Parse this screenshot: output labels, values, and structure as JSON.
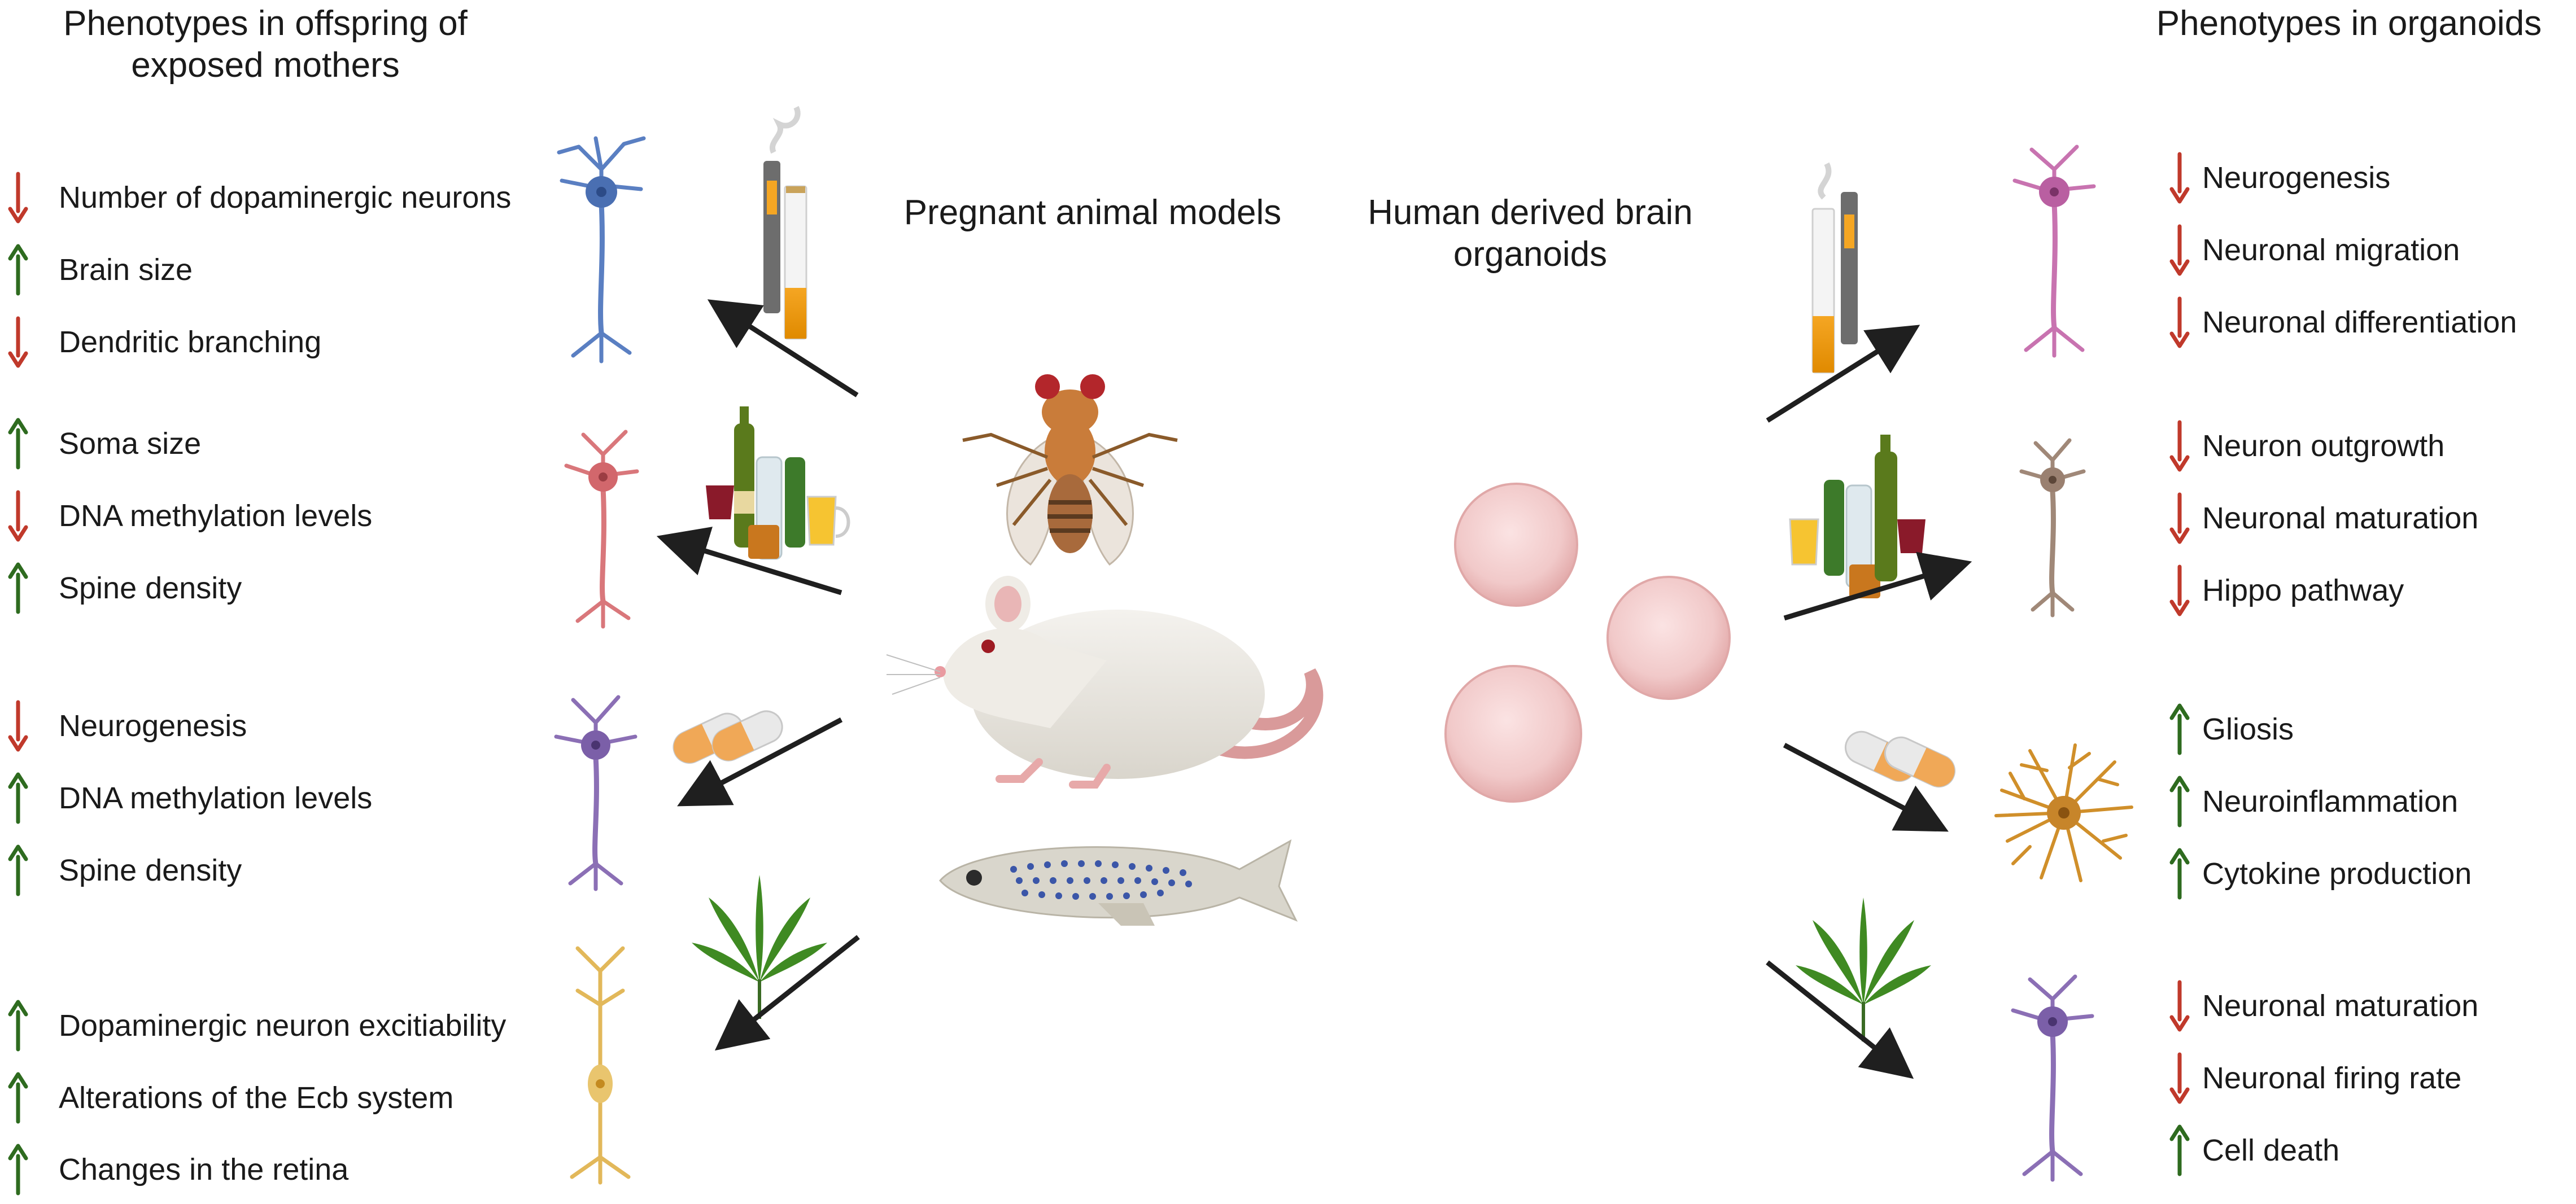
{
  "left_panel": {
    "title_line1": "Phenotypes in offspring of",
    "title_line2": "exposed mothers",
    "groups": [
      {
        "exposure": "smoking-vaping",
        "items": [
          {
            "label": "Number of dopaminergic neurons",
            "direction": "down"
          },
          {
            "label": "Brain size",
            "direction": "up"
          },
          {
            "label": "Dendritic branching",
            "direction": "down"
          }
        ]
      },
      {
        "exposure": "alcohol",
        "items": [
          {
            "label": "Soma size",
            "direction": "up"
          },
          {
            "label": "DNA methylation levels",
            "direction": "down"
          },
          {
            "label": "Spine density",
            "direction": "up"
          }
        ]
      },
      {
        "exposure": "drugs",
        "items": [
          {
            "label": "Neurogenesis",
            "direction": "down"
          },
          {
            "label": "DNA methylation levels",
            "direction": "up"
          },
          {
            "label": "Spine density",
            "direction": "up"
          }
        ]
      },
      {
        "exposure": "cannabis",
        "items": [
          {
            "label": "Dopaminergic neuron excitiability",
            "direction": "up"
          },
          {
            "label": "Alterations of the Ecb system",
            "direction": "up"
          },
          {
            "label": "Changes in the retina",
            "direction": "up"
          }
        ]
      }
    ]
  },
  "center": {
    "animal_models_label": "Pregnant animal models",
    "organoids_label_line1": "Human derived brain",
    "organoids_label_line2": "organoids"
  },
  "right_panel": {
    "title": "Phenotypes in organoids",
    "groups": [
      {
        "exposure": "smoking-vaping",
        "items": [
          {
            "label": "Neurogenesis",
            "direction": "down"
          },
          {
            "label": "Neuronal migration",
            "direction": "down"
          },
          {
            "label": "Neuronal differentiation",
            "direction": "down"
          }
        ]
      },
      {
        "exposure": "alcohol",
        "items": [
          {
            "label": "Neuron outgrowth",
            "direction": "down"
          },
          {
            "label": "Neuronal maturation",
            "direction": "down"
          },
          {
            "label": "Hippo pathway",
            "direction": "down"
          }
        ]
      },
      {
        "exposure": "drugs",
        "items": [
          {
            "label": "Gliosis",
            "direction": "up"
          },
          {
            "label": "Neuroinflammation",
            "direction": "up"
          },
          {
            "label": "Cytokine production",
            "direction": "up"
          }
        ]
      },
      {
        "exposure": "cannabis",
        "items": [
          {
            "label": "Neuronal maturation",
            "direction": "down"
          },
          {
            "label": "Neuronal firing rate",
            "direction": "down"
          },
          {
            "label": "Cell death",
            "direction": "up"
          }
        ]
      }
    ]
  },
  "colors": {
    "up_arrow": "#2e6b1f",
    "down_arrow": "#c0392b",
    "pointer_arrow": "#1f1f1f",
    "neuron_blue": "#5a7fc2",
    "neuron_red": "#d9777b",
    "neuron_purple": "#8b6fb5",
    "neuron_yellow": "#e2b85a",
    "neuron_pink": "#c873b0",
    "neuron_brown": "#a08878",
    "astrocyte": "#d08f2a",
    "organoid": "#f1c9c9"
  }
}
